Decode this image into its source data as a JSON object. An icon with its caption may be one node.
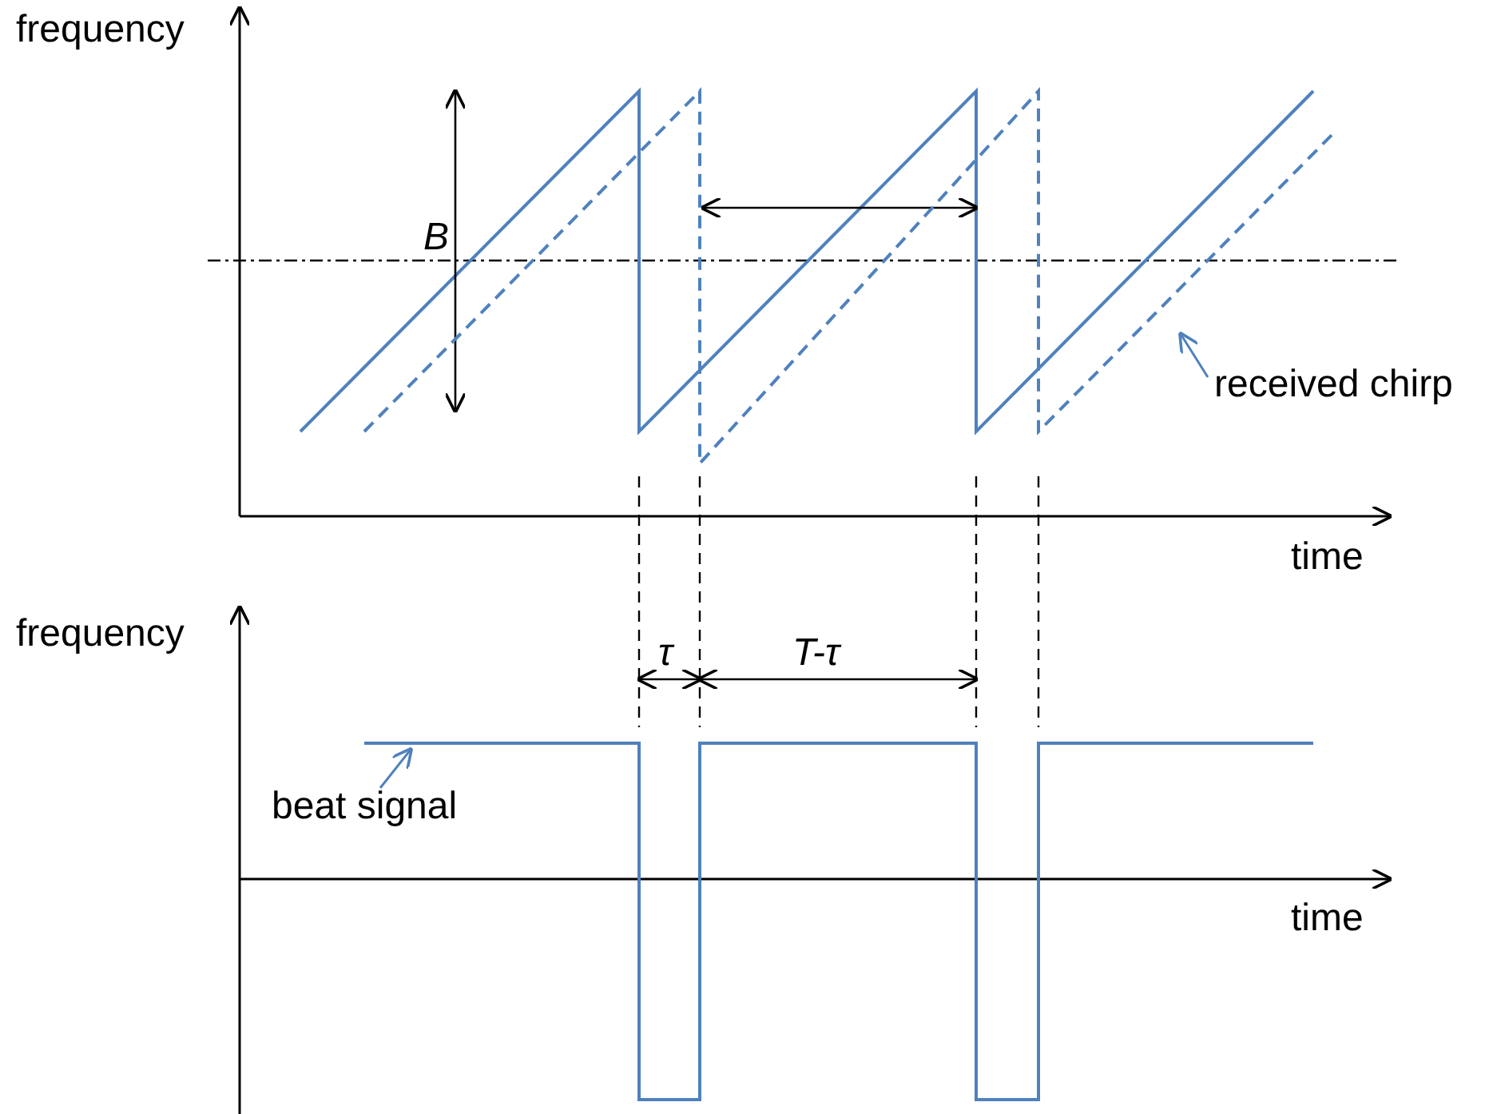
{
  "diagram": {
    "nodes": [
      {
        "text": [
          "received chirp"
        ]
      },
      {
        "text": [],
        "shape": "line"
      },
      {
        "text": [
          "beat signal"
        ]
      },
      {
        "text": [],
        "shape": "line"
      }
    ],
    "edges": [
      {
        "from": 0,
        "to": 1,
        "arrow": "to"
      },
      {
        "from": 2,
        "to": 3,
        "arrow": "to"
      }
    ],
    "labels": [
      "frequency",
      "B",
      "time",
      "frequency",
      "τ",
      "T-τ",
      "time"
    ]
  }
}
